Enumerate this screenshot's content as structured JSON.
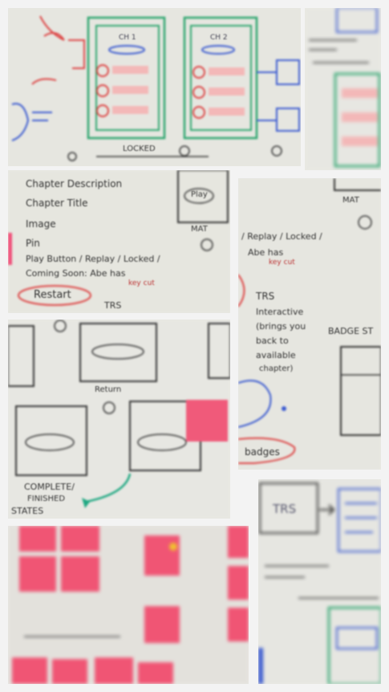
{
  "collage": {
    "tile1": {
      "labels": [
        "CH 1",
        "CH 2",
        "LOCKED"
      ]
    },
    "tile3": {
      "lines": [
        "Chapter Description",
        "Chapter Title",
        "Image",
        "Pin",
        "Play Button / Replay / Locked /",
        "Coming Soon: Abe has",
        "key cut",
        "Restart",
        "TRS",
        "Play",
        "MAT"
      ]
    },
    "tile4": {
      "lines": [
        "MAT",
        "/ Replay / Locked /",
        "Abe has",
        "key cut",
        "TRS",
        "Interactive",
        "(brings you",
        "back to",
        "available",
        "chapter)",
        "BADGE ST",
        "badges"
      ]
    },
    "tile5": {
      "labels": [
        "Return",
        "COMPLETE/",
        "FINISHED",
        "STATES"
      ]
    },
    "tile7": {
      "labels": [
        "TRS"
      ]
    }
  }
}
